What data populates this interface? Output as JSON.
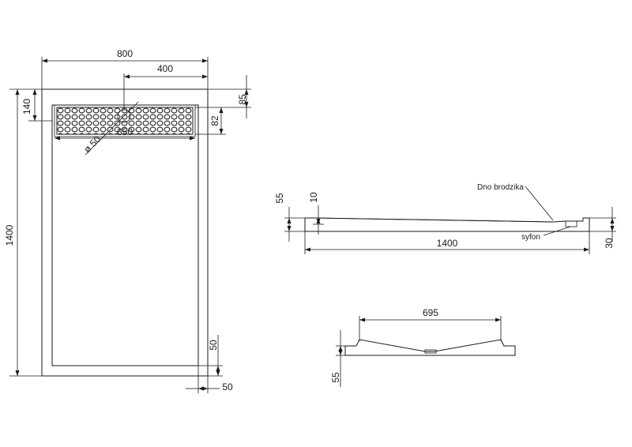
{
  "top_view": {
    "width": "800",
    "drain_offset": "400",
    "length": "1400",
    "drain_to_edge": "140",
    "drain_grate_length": "650",
    "drain_diameter": "ø 50",
    "edge_85": "85",
    "grate_width": "82",
    "border_right": "50",
    "border_bottom": "50"
  },
  "side_view": {
    "label_bottom": "Dno brodzika",
    "label_siphon": "syfon",
    "total_height": "55",
    "rim_height": "10",
    "length": "1400",
    "siphon_height": "30"
  },
  "front_view": {
    "inner_width": "695",
    "height": "55"
  }
}
